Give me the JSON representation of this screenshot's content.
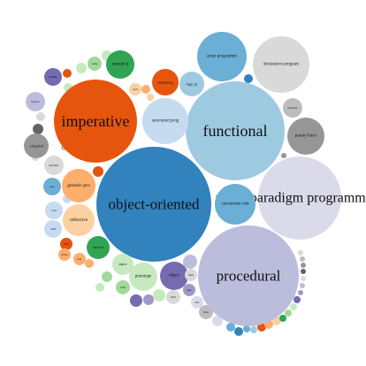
{
  "chart_data": {
    "type": "bubble-pack",
    "title": "",
    "nodes": [
      {
        "label": "imperative",
        "value": 180,
        "color": "#e6550d"
      },
      {
        "label": "object-oriented",
        "value": 245,
        "color": "#3182bd"
      },
      {
        "label": "functional",
        "value": 177,
        "color": "#9ecae1"
      },
      {
        "label": "procedural",
        "value": 180,
        "color": "#bcbddc"
      },
      {
        "label": "multi-paradigm programming",
        "value": 120,
        "color": "#dadaeb"
      },
      {
        "label": "declarative program",
        "value": 62,
        "color": "#d9d9d9"
      },
      {
        "label": "array programmi",
        "value": 46,
        "color": "#6baed6"
      },
      {
        "label": "structured prog",
        "value": 43,
        "color": "#c6dbef"
      },
      {
        "label": "concurrent com",
        "value": 36,
        "color": "#6baed6"
      },
      {
        "label": "purely funct",
        "value": 30,
        "color": "#969696"
      },
      {
        "label": "generic pro",
        "value": 26,
        "color": "#fdae6b"
      },
      {
        "label": "reflective",
        "value": 26,
        "color": "#fdd0a2"
      },
      {
        "label": "prototype",
        "value": 20,
        "color": "#c7e9c0"
      },
      {
        "label": "metaprog",
        "value": 15,
        "color": "#e6550d"
      },
      {
        "label": "object",
        "value": 18,
        "color": "#756bb1"
      },
      {
        "label": "esoteric p",
        "value": 16,
        "color": "#31a354"
      },
      {
        "label": "logic pr",
        "value": 14,
        "color": "#9ecae1"
      },
      {
        "label": "compiled",
        "value": 14,
        "color": "#969696"
      },
      {
        "label": "class-ba",
        "value": 13,
        "color": "#31a354"
      },
      {
        "label": "aspect",
        "value": 12,
        "color": "#c7e9c0"
      },
      {
        "label": "functio",
        "value": 10,
        "color": "#bcbddc"
      },
      {
        "label": "dynamic",
        "value": 10,
        "color": "#d9d9d9"
      },
      {
        "label": "tacit",
        "value": 9,
        "color": "#c6dbef"
      },
      {
        "label": "dataf",
        "value": 9,
        "color": "#c6dbef"
      },
      {
        "label": "pure",
        "value": 9,
        "color": "#6baed6"
      },
      {
        "label": "module",
        "value": 9,
        "color": "#756bb1"
      },
      {
        "label": "depende",
        "value": 8,
        "color": "#bdbdbd"
      },
      {
        "label": "level",
        "value": 7,
        "color": "#bdbdbd"
      },
      {
        "label": "comp",
        "value": 7,
        "color": "#a1d99b"
      },
      {
        "label": "scrip",
        "value": 7,
        "color": "#a1d99b"
      },
      {
        "label": "mult",
        "value": 6,
        "color": "#e6550d"
      },
      {
        "label": "modu",
        "value": 6,
        "color": "#fdae6b"
      },
      {
        "label": "lazy",
        "value": 6,
        "color": "#fdae6b"
      },
      {
        "label": "react",
        "value": 6,
        "color": "#fdd0a2"
      },
      {
        "label": "funct",
        "value": 6,
        "color": "#d9d9d9"
      },
      {
        "label": "mult",
        "value": 6,
        "color": "#d9d9d9"
      },
      {
        "label": "imp",
        "value": 5,
        "color": "#9e9ac8"
      },
      {
        "label": "inte",
        "value": 5,
        "color": "#dadaeb"
      }
    ]
  }
}
